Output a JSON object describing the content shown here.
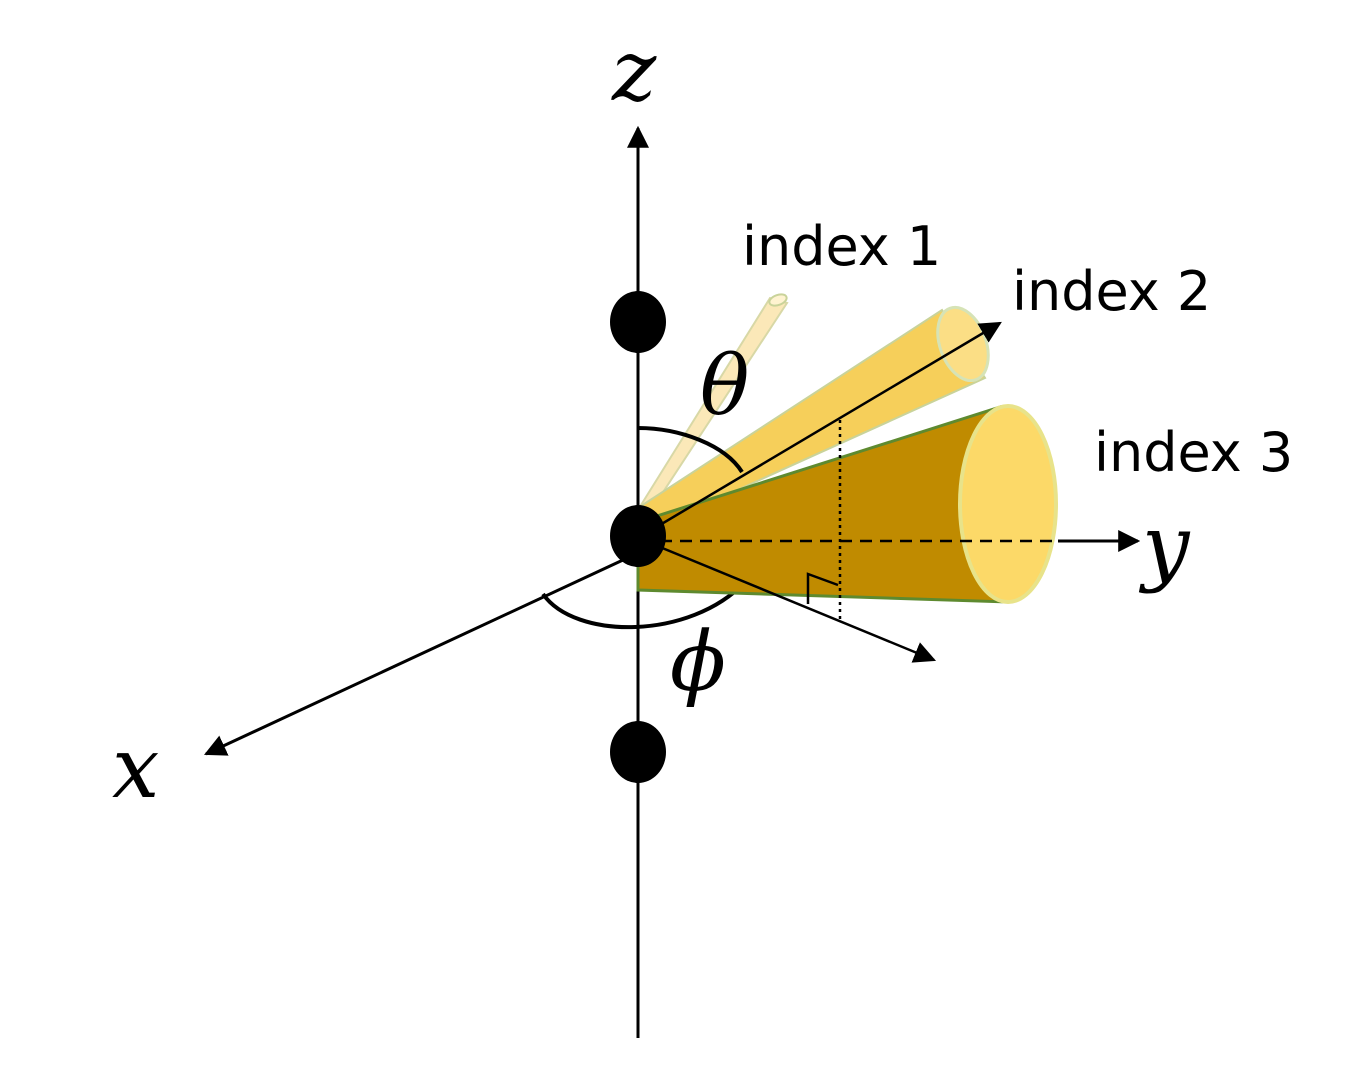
{
  "axes": {
    "x": "x",
    "y": "y",
    "z": "z"
  },
  "angles": {
    "polar": "θ",
    "azimuth": "ϕ"
  },
  "beams": [
    {
      "label": "index 1"
    },
    {
      "label": "index 2"
    },
    {
      "label": "index 3"
    }
  ],
  "colors": {
    "beam_light": "#FBE8B8",
    "beam_medium": "#F6CF5A",
    "beam_dark": "#C08B00",
    "beam_face": "#FCD968",
    "beam_edge": "#5E8A2F"
  }
}
